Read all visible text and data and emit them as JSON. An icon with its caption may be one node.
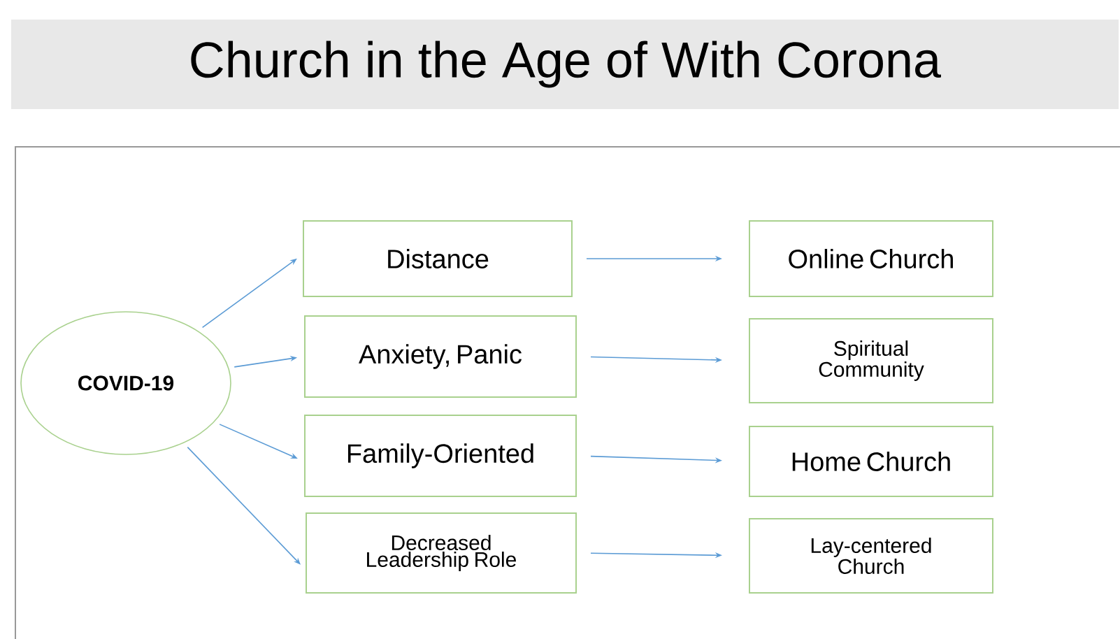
{
  "diagram": {
    "title": "Church in the Age of With Corona",
    "nodes": [
      {
        "text": [
          "COVID-19"
        ]
      },
      {
        "text": [
          "Distance"
        ]
      },
      {
        "text": [
          "Anxiety, Panic"
        ]
      },
      {
        "text": [
          "Family-Oriented"
        ]
      },
      {
        "text": [
          "Decreased Leadership Role"
        ]
      },
      {
        "text": [
          "Online Church"
        ]
      },
      {
        "text": [
          "Spiritual Community"
        ]
      },
      {
        "text": [
          "Home Church"
        ]
      },
      {
        "text": [
          "Lay-centered Church"
        ]
      }
    ],
    "edges": [
      {
        "from": 0,
        "to": 1,
        "arrow": "to"
      },
      {
        "from": 0,
        "to": 2,
        "arrow": "to"
      },
      {
        "from": 0,
        "to": 3,
        "arrow": "to"
      },
      {
        "from": 0,
        "to": 4,
        "arrow": "to"
      },
      {
        "from": 1,
        "to": 5,
        "arrow": "to"
      },
      {
        "from": 2,
        "to": 6,
        "arrow": "to"
      },
      {
        "from": 3,
        "to": 7,
        "arrow": "to"
      },
      {
        "from": 4,
        "to": 8,
        "arrow": "to"
      }
    ]
  }
}
